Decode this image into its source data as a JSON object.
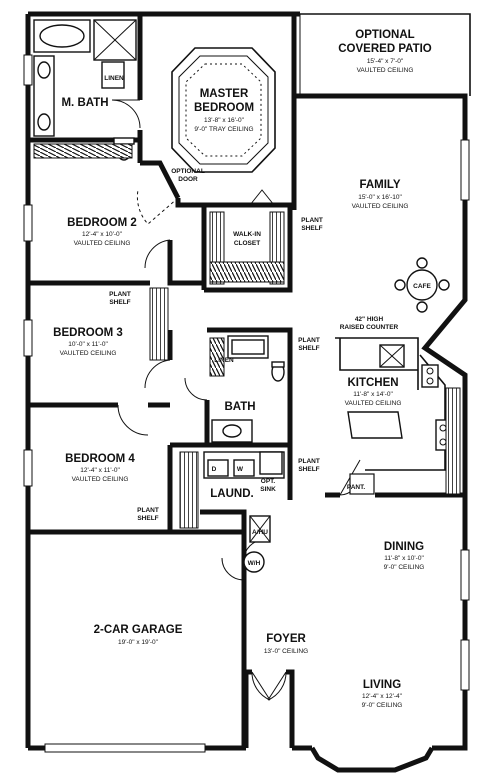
{
  "rooms": {
    "patio": {
      "name": "OPTIONAL",
      "name2": "COVERED PATIO",
      "dims": "15'-4\" x 7'-0\"",
      "ceiling": "VAULTED CEILING"
    },
    "master": {
      "name": "MASTER",
      "name2": "BEDROOM",
      "dims": "13'-8\" x 16'-0\"",
      "ceiling": "9'-0\" TRAY CEILING"
    },
    "mbath": {
      "name": "M. BATH"
    },
    "family": {
      "name": "FAMILY",
      "dims": "15'-0\" x 16'-10\"",
      "ceiling": "VAULTED CEILING"
    },
    "bedroom2": {
      "name": "BEDROOM 2",
      "dims": "12'-4\" x 10'-0\"",
      "ceiling": "VAULTED CEILING"
    },
    "bedroom3": {
      "name": "BEDROOM 3",
      "dims": "10'-0\" x 11'-0\"",
      "ceiling": "VAULTED CEILING"
    },
    "bedroom4": {
      "name": "BEDROOM 4",
      "dims": "12'-4\" x 11'-0\"",
      "ceiling": "VAULTED CEILING"
    },
    "kitchen": {
      "name": "KITCHEN",
      "dims": "11'-8\" x 14'-0\"",
      "ceiling": "VAULTED CEILING"
    },
    "bath": {
      "name": "BATH"
    },
    "laund": {
      "name": "LAUND."
    },
    "dining": {
      "name": "DINING",
      "dims": "11'-8\" x 10'-0\"",
      "ceiling": "9'-0\" CEILING"
    },
    "garage": {
      "name": "2-CAR GARAGE",
      "dims": "19'-0\" x 19'-0\""
    },
    "foyer": {
      "name": "FOYER",
      "ceiling": "13'-0\" CEILING"
    },
    "living": {
      "name": "LIVING",
      "dims": "12'-4\" x 12'-4\"",
      "ceiling": "9'-0\" CEILING"
    }
  },
  "labels": {
    "cafe": "CAFE",
    "walkin1": "WALK-IN",
    "walkin2": "CLOSET",
    "linen": "LINEN",
    "plant": "PLANT",
    "shelf": "SHELF",
    "optional": "OPTIONAL",
    "door": "DOOR",
    "counter1": "42\" HIGH",
    "counter2": "RAISED COUNTER",
    "pant": "PANT.",
    "opt": "OPT.",
    "sink": "SINK",
    "ahu": "A/HU",
    "wh": "W/H",
    "washer": "W",
    "dryer": "D"
  }
}
